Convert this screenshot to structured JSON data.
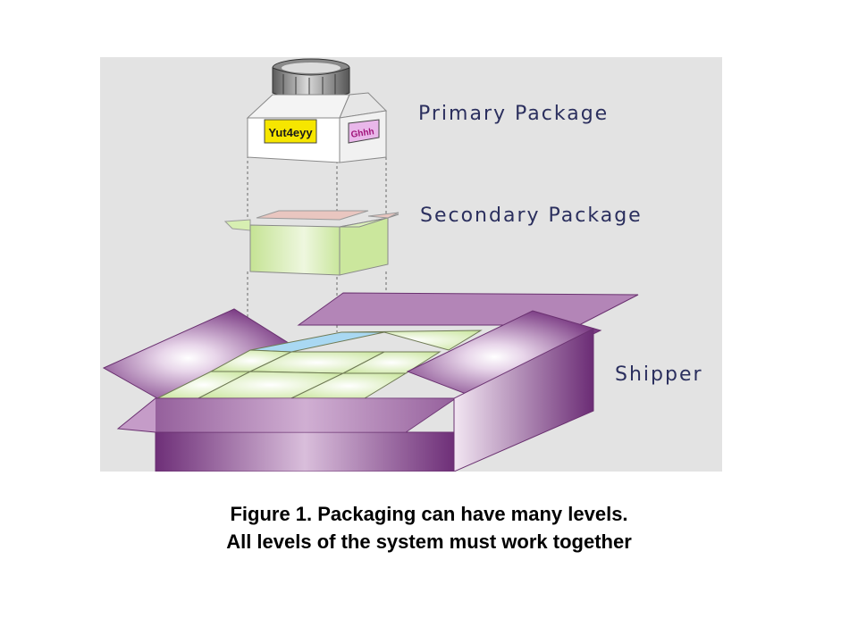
{
  "diagram": {
    "labels": {
      "primary": "Primary Package",
      "secondary": "Secondary Package",
      "shipper": "Shipper"
    },
    "bottle_labels": {
      "front": "Yut4eyy",
      "side": "Ghhh"
    },
    "colors": {
      "background": "#e3e3e3",
      "shipper_purple": "#7d3f85",
      "shipper_light": "#e2cbe3",
      "secondary_green": "#cfe8a3",
      "cell_blue": "#a9d8f2",
      "label_text": "#2b2f5e",
      "front_label_bg": "#f6e600",
      "side_label_bg": "#e9b7ea"
    }
  },
  "caption": {
    "line1": "Figure 1.  Packaging can have many levels.",
    "line2": "All levels of the system must work together"
  }
}
